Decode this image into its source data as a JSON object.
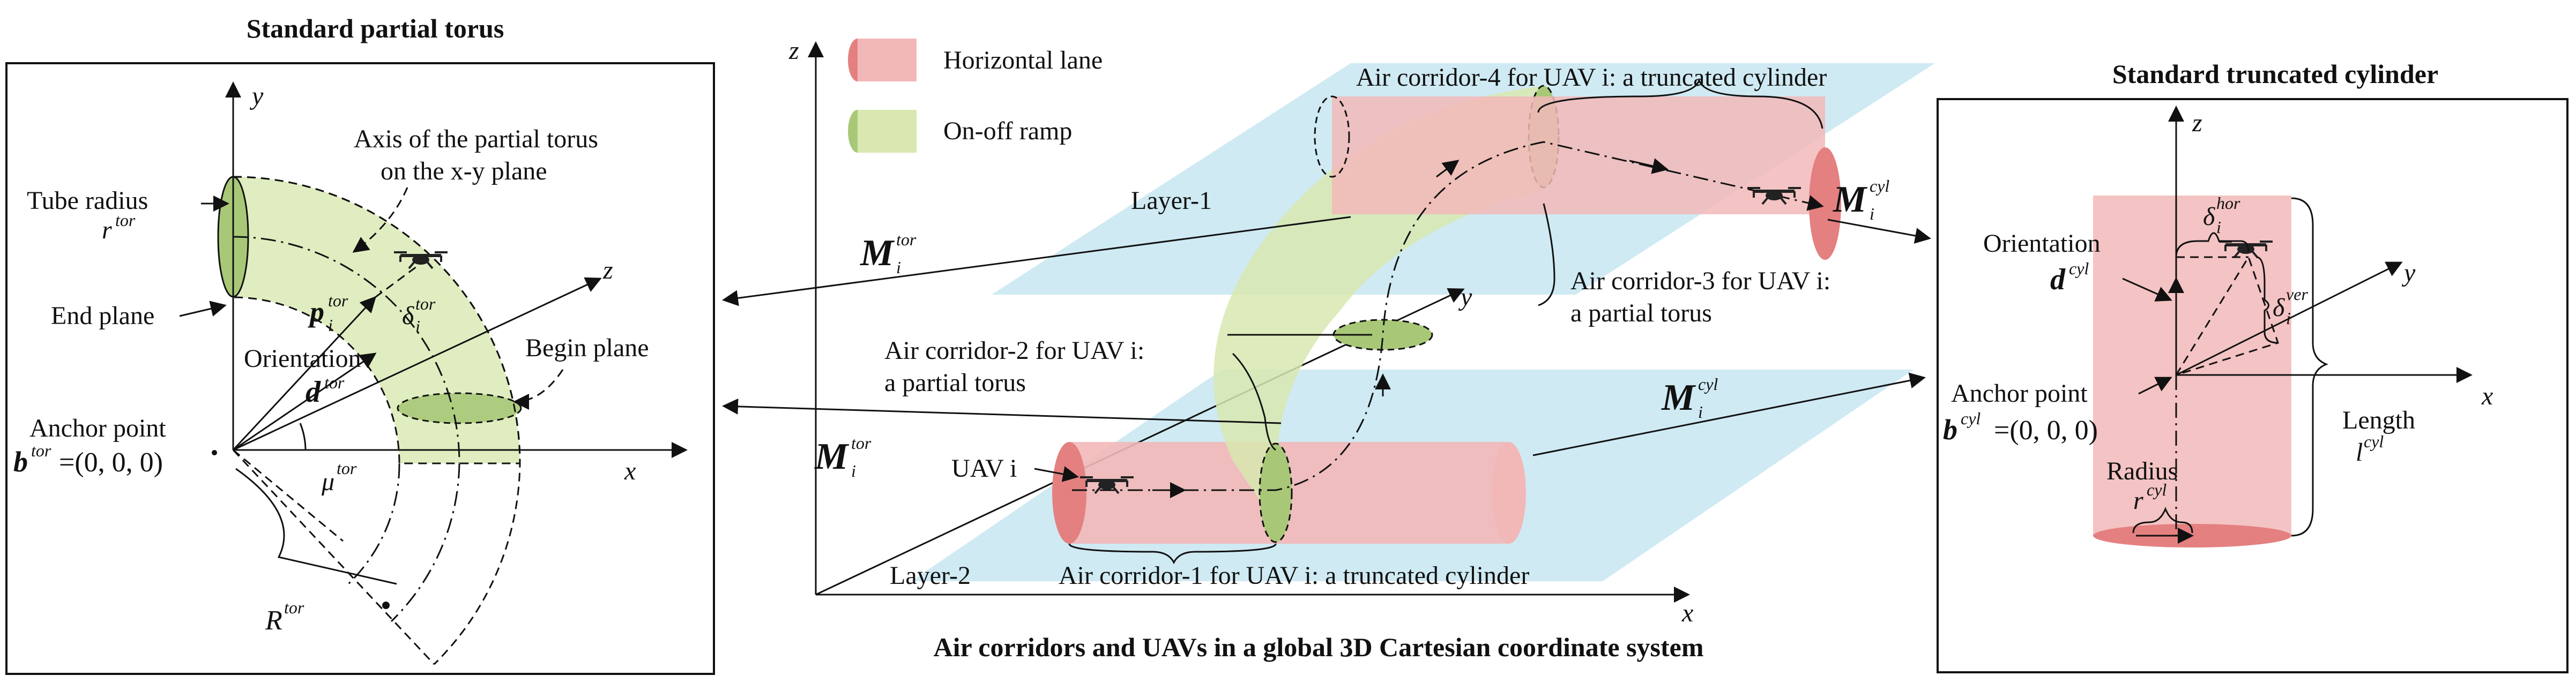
{
  "left_panel": {
    "title": "Standard partial torus",
    "y_axis": "y",
    "x_axis": "x",
    "z_axis": "z",
    "tube_radius_label": "Tube radius",
    "tube_radius_sym": "r",
    "tube_radius_sup": "tor",
    "axis_label_line1": "Axis of the partial torus",
    "axis_label_line2": "on the x-y plane",
    "end_plane": "End plane",
    "begin_plane": "Begin plane",
    "orientation": "Orientation",
    "d_sym": "d",
    "d_sup": "tor",
    "p_sym": "p",
    "p_sub": "i",
    "p_sup": "tor",
    "delta_sym": "δ",
    "delta_sub": "i",
    "delta_sup": "tor",
    "anchor_point": "Anchor point",
    "anchor_b": "b",
    "anchor_sup": "tor",
    "anchor_eq": "=(0, 0, 0)",
    "mu_sym": "μ",
    "mu_sup": "tor",
    "R_sym": "R",
    "R_sup": "tor"
  },
  "middle_panel": {
    "caption": "Air corridors and UAVs in a global  3D Cartesian coordinate system",
    "z_axis": "z",
    "y_axis": "y",
    "x_axis": "x",
    "legend": [
      {
        "label": "Horizontal lane",
        "color": "#f2b8b8"
      },
      {
        "label": "On-off ramp",
        "color": "#d8e8b0"
      }
    ],
    "layer1": "Layer-1",
    "layer2": "Layer-2",
    "corridor4": "Air corridor-4 for UAV i: a truncated cylinder",
    "corridor3_line1": "Air corridor-3 for UAV i:",
    "corridor3_line2": "a partial torus",
    "corridor2_line1": "Air corridor-2 for UAV i:",
    "corridor2_line2": "a partial torus",
    "corridor1": "Air corridor-1 for UAV i: a truncated cylinder",
    "uav": "UAV i",
    "M_sym": "M",
    "M_sub": "i",
    "M_tor_sup": "tor",
    "M_cyl_sup": "cyl"
  },
  "right_panel": {
    "title": "Standard truncated cylinder",
    "z_axis": "z",
    "y_axis": "y",
    "x_axis": "x",
    "orientation": "Orientation",
    "d_sym": "d",
    "d_sup": "cyl",
    "delta_sym": "δ",
    "delta_sub": "i",
    "delta_hor_sup": "hor",
    "delta_ver_sup": "ver",
    "anchor_point": "Anchor point",
    "anchor_b": "b",
    "anchor_sup": "cyl",
    "anchor_eq": "=(0, 0, 0)",
    "length": "Length",
    "l_sym": "l",
    "l_sup": "cyl",
    "radius": "Radius",
    "r_sym": "r",
    "r_sup": "cyl"
  },
  "colors": {
    "cylinder": "#f2b8b8",
    "cylinder_dark": "#e48080",
    "torus": "#d8e8b0",
    "torus_dark": "#a8c878",
    "layer": "#bfe3ef",
    "uav": "#222222"
  }
}
